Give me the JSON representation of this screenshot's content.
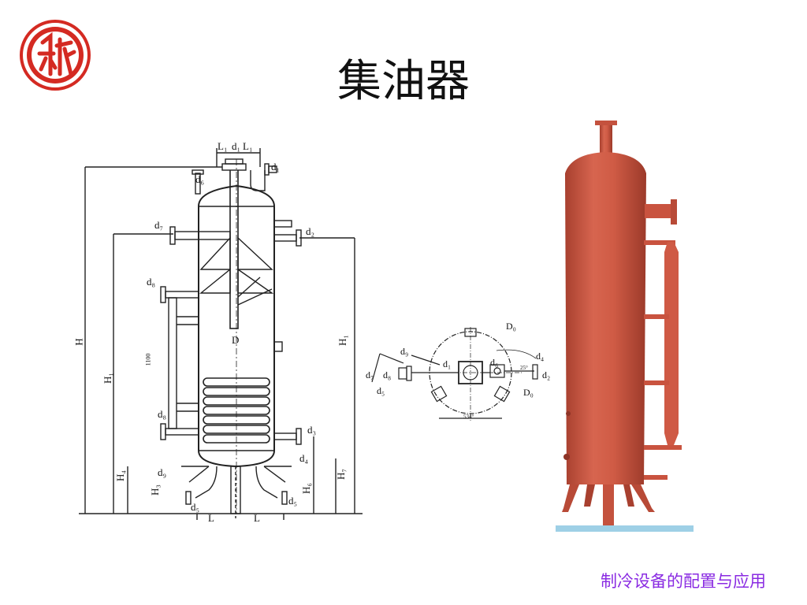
{
  "slide": {
    "title": "集油器",
    "footer": "制冷设备的配置与应用"
  },
  "drawing": {
    "labels": {
      "L1_left": "L₁",
      "d1_top": "d₁",
      "L1_right": "L₁",
      "d1": "d₁",
      "d6": "d₆",
      "d7": "d₇",
      "d2": "d₂",
      "d8_top": "d₈",
      "d8_bottom": "d₈",
      "D": "D",
      "H": "H",
      "H1": "H₁",
      "H_right": "H₁",
      "dim_1100": "1100",
      "d3": "d₃",
      "d4": "d₄",
      "d9": "d₉",
      "H4": "H₄",
      "H3": "H₃",
      "H6": "H₆",
      "H7": "H₇",
      "d5_left": "d₅",
      "d5_right": "d₅",
      "L_left": "L",
      "L_right": "L"
    }
  },
  "section_view": {
    "labels": {
      "D0_top": "D₀",
      "d9": "d₉",
      "d1": "d₁",
      "d6": "d₆",
      "d4": "d₄",
      "d7": "d₇",
      "d8": "d₈",
      "d2": "d₂",
      "d5": "d₅",
      "D0_bottom": "D₀",
      "angle": "25°",
      "dim_bottom": "534°"
    }
  },
  "colors": {
    "vessel_red": "#c9533f",
    "footer_purple": "#8a2be2",
    "logo_red": "#d42a22"
  },
  "icons": {
    "logo": "university-seal-icon"
  }
}
